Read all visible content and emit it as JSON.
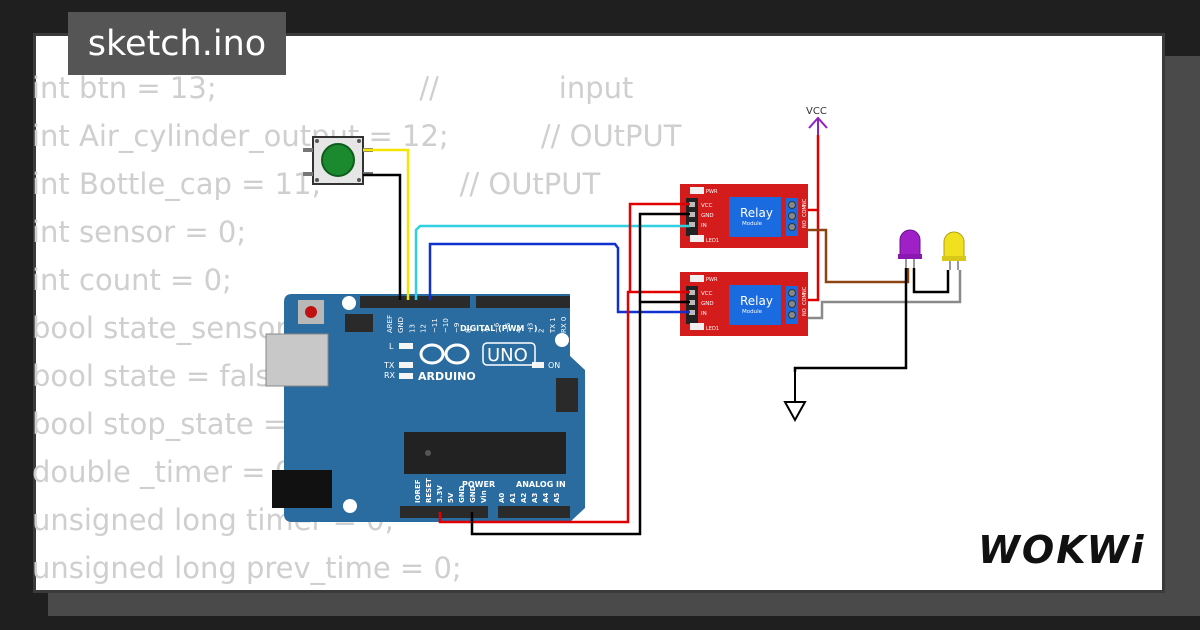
{
  "title": "sketch.ino",
  "logo_text": "WOKWi",
  "code_lines": [
    "int btn = 13;                      //             input",
    "int Air_cylinder_output = 12;          // OUtPUT",
    "int Bottle_cap = 11;               // OUtPUT",
    "int sensor = 0;",
    "int count = 0;",
    "bool state_sensor = false;",
    "bool state = false;",
    "bool stop_state = false;",
    "double _timer = 0;",
    "unsigned long timer = 0;",
    "unsigned long prev_time = 0;"
  ],
  "circuit": {
    "vcc_label": "VCC",
    "arduino": {
      "brand": "ARDUINO",
      "model": "UNO",
      "digital_label": "DIGITAL (PWM ~)",
      "power_label": "POWER",
      "analog_label": "ANALOG IN",
      "on_label": "ON",
      "l_label": "L",
      "tx_label": "TX",
      "rx_label": "RX",
      "digital_pins": [
        "AREF",
        "GND",
        "13",
        "12",
        "~11",
        "~10",
        "~9",
        "8",
        "7",
        "~6",
        "~5",
        "4",
        "~3",
        "2",
        "TX 1",
        "RX 0"
      ],
      "power_pins": [
        "IOREF",
        "RESET",
        "3.3V",
        "5V",
        "GND",
        "GND",
        "Vin"
      ],
      "analog_pins": [
        "A0",
        "A1",
        "A2",
        "A3",
        "A4",
        "A5"
      ]
    },
    "relays": [
      {
        "title": "Relay",
        "subtitle": "Module",
        "pins": [
          "VCC",
          "GND",
          "IN"
        ],
        "pwr_label": "PWR",
        "led_label": "LED1",
        "terminals": [
          "NC",
          "COM",
          "NO"
        ]
      },
      {
        "title": "Relay",
        "subtitle": "Module",
        "pins": [
          "VCC",
          "GND",
          "IN"
        ],
        "pwr_label": "PWR",
        "led_label": "LED1",
        "terminals": [
          "NC",
          "COM",
          "NO"
        ]
      }
    ],
    "leds": [
      {
        "color": "#a020c8"
      },
      {
        "color": "#f0e020"
      }
    ],
    "button_color": "#1b8a2e",
    "colors": {
      "board": "#2a6ba0",
      "relay": "#d41c1c",
      "wire_red": "#e00000",
      "wire_black": "#000000",
      "wire_yellow": "#f5e400",
      "wire_cyan": "#2fd0e0",
      "wire_blue": "#1030d0",
      "wire_brown": "#8b4513",
      "wire_gray": "#8a8a8a",
      "wire_purple": "#9020c0"
    }
  }
}
